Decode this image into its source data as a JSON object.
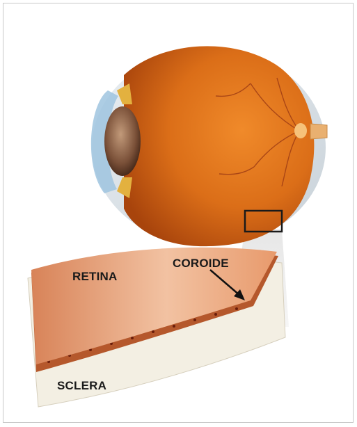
{
  "labels": {
    "retina": "RETINA",
    "coroide": "COROIDE",
    "sclera": "SCLERA"
  },
  "colors": {
    "retina": "#e6956a",
    "coroide": "#b5582c",
    "sclera": "#f3efe3",
    "fundus": "#d8731a",
    "vessel": "#9c3a14",
    "highlight_box": "#1a1a1a"
  }
}
